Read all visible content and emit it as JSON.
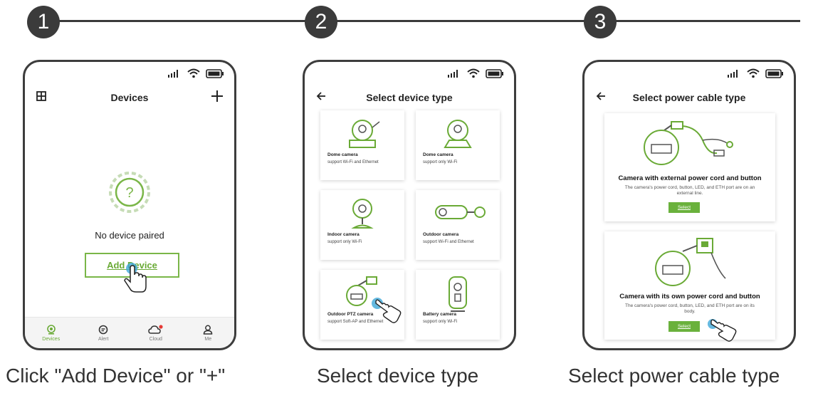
{
  "steps": [
    {
      "number": "1",
      "caption": "Click \"Add Device\" or \"+\""
    },
    {
      "number": "2",
      "caption": "Select device type"
    },
    {
      "number": "3",
      "caption": "Select power cable type"
    }
  ],
  "screen1": {
    "title": "Devices",
    "empty_text": "No device paired",
    "add_button": "Add Device",
    "tabs": [
      "Devices",
      "Alert",
      "Cloud",
      "Me"
    ]
  },
  "screen2": {
    "title": "Select device type",
    "cards": [
      {
        "title": "Dome camera",
        "sub": "support Wi-Fi and Ethernet"
      },
      {
        "title": "Dome camera",
        "sub": "support only Wi-Fi"
      },
      {
        "title": "Indoor camera",
        "sub": "support only Wi-Fi"
      },
      {
        "title": "Outdoor camera",
        "sub": "support Wi-Fi and Ethernet"
      },
      {
        "title": "Outdoor PTZ camera",
        "sub": "support Soft-AP and Ethernet"
      },
      {
        "title": "Battery camera",
        "sub": "support only Wi-Fi"
      }
    ]
  },
  "screen3": {
    "title": "Select power cable type",
    "options": [
      {
        "title": "Camera with external power cord and button",
        "desc": "The camera's power cord, button, LED, and ETH port are on an external line.",
        "button": "Select"
      },
      {
        "title": "Camera with its own power cord and button",
        "desc": "The camera's power cord, button, LED, and ETH port are on its body.",
        "button": "Select"
      }
    ]
  },
  "colors": {
    "accent": "#6aaa36",
    "dark": "#3b3b3b",
    "cursor": "#3fa8d8",
    "badge": "#e53935"
  },
  "icons": [
    "signal-icon",
    "wifi-icon",
    "battery-icon",
    "grid-icon",
    "plus-icon",
    "back-arrow-icon",
    "question-icon",
    "hand-cursor-icon"
  ]
}
